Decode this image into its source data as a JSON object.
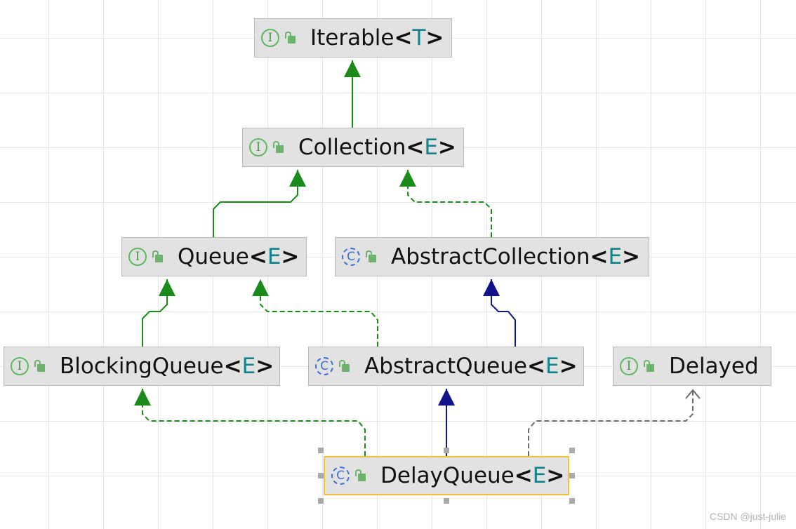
{
  "diagram": {
    "nodes": [
      {
        "id": "iterable",
        "kind": "interface",
        "name": "Iterable",
        "type_param": "T"
      },
      {
        "id": "collection",
        "kind": "interface",
        "name": "Collection",
        "type_param": "E"
      },
      {
        "id": "queue",
        "kind": "interface",
        "name": "Queue",
        "type_param": "E"
      },
      {
        "id": "abstract-collection",
        "kind": "abstract-class",
        "name": "AbstractCollection",
        "type_param": "E"
      },
      {
        "id": "blocking-queue",
        "kind": "interface",
        "name": "BlockingQueue",
        "type_param": "E"
      },
      {
        "id": "abstract-queue",
        "kind": "abstract-class",
        "name": "AbstractQueue",
        "type_param": "E"
      },
      {
        "id": "delayed",
        "kind": "interface",
        "name": "Delayed",
        "type_param": ""
      },
      {
        "id": "delay-queue",
        "kind": "class",
        "name": "DelayQueue",
        "type_param": "E",
        "selected": true
      }
    ],
    "edges": [
      {
        "from": "collection",
        "to": "iterable",
        "relation": "extends"
      },
      {
        "from": "queue",
        "to": "collection",
        "relation": "extends"
      },
      {
        "from": "abstract-collection",
        "to": "collection",
        "relation": "implements"
      },
      {
        "from": "blocking-queue",
        "to": "queue",
        "relation": "extends"
      },
      {
        "from": "abstract-queue",
        "to": "queue",
        "relation": "implements"
      },
      {
        "from": "abstract-queue",
        "to": "abstract-collection",
        "relation": "extends-class"
      },
      {
        "from": "delay-queue",
        "to": "blocking-queue",
        "relation": "implements"
      },
      {
        "from": "delay-queue",
        "to": "abstract-queue",
        "relation": "extends-class"
      },
      {
        "from": "delay-queue",
        "to": "delayed",
        "relation": "implements-other"
      }
    ],
    "icons": {
      "interface": "interface-icon",
      "abstract-class": "abstract-class-icon",
      "class": "class-icon",
      "visibility": "public-lock-icon"
    },
    "glyphs": {
      "interface": "I",
      "class": "C"
    },
    "punctuation": {
      "open": "<",
      "close": ">"
    },
    "colors": {
      "extends": "#1a8a1a",
      "implements": "#1a8a1a",
      "extends-class": "#12128a",
      "implements-other": "#6b6b6b",
      "type_param": "#13838b",
      "selected_border": "#f0c33b"
    }
  },
  "watermark": "CSDN @just-julie"
}
